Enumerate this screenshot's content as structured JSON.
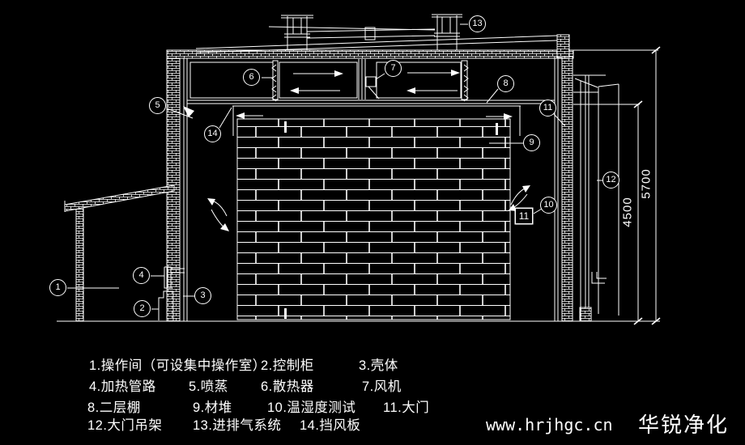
{
  "colors": {
    "background": "#000000",
    "line": "#ffffff"
  },
  "callouts": [
    "1",
    "2",
    "3",
    "4",
    "5",
    "6",
    "7",
    "8",
    "9",
    "10",
    "11",
    "12",
    "13",
    "14"
  ],
  "sensor_box_label": "11",
  "dimensions": {
    "total_height": "5700",
    "door_height": "4500"
  },
  "legend": {
    "items": [
      "1.操作间（可设集中操作室）",
      "2.控制柜",
      "3.壳体",
      "4.加热管路",
      "5.喷蒸",
      "6.散热器",
      "7.风机",
      "8.二层棚",
      "9.材堆",
      "10.温湿度测试",
      "11.大门",
      "12.大门吊架",
      "13.进排气系统",
      "14.挡风板"
    ]
  },
  "watermark": {
    "url": "www.hrjhgc.cn",
    "brand": "华锐净化"
  }
}
